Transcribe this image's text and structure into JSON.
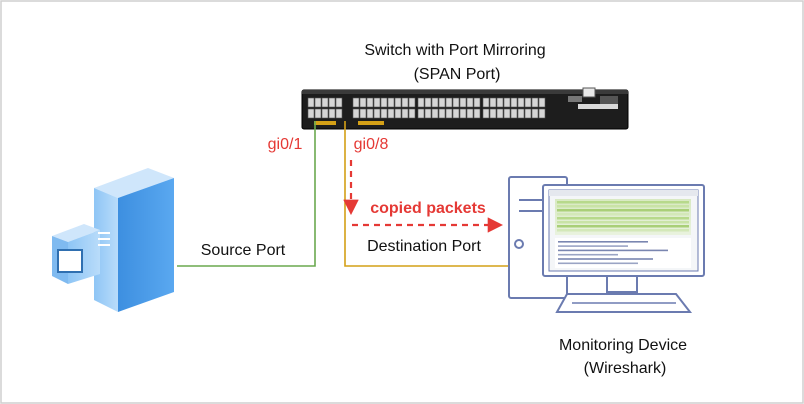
{
  "switch": {
    "title_line1": "Switch with Port Mirroring",
    "title_line2": "(SPAN Port)"
  },
  "ports": {
    "source_port_id": "gi0/1",
    "destination_port_id": "gi0/8"
  },
  "links": {
    "source_port_label": "Source Port",
    "destination_port_label": "Destination Port",
    "flow_label": "copied packets"
  },
  "monitor": {
    "name_line1": "Monitoring Device",
    "name_line2": "(Wireshark)"
  },
  "colors": {
    "source_link": "#6aa84f",
    "destination_link": "#d4a017",
    "port_id_text": "#e53935",
    "flow_arrow": "#e53935",
    "device_blue": "#4a90d9",
    "device_outline": "#6b7bb0",
    "frame_border": "#cfcfcf"
  }
}
